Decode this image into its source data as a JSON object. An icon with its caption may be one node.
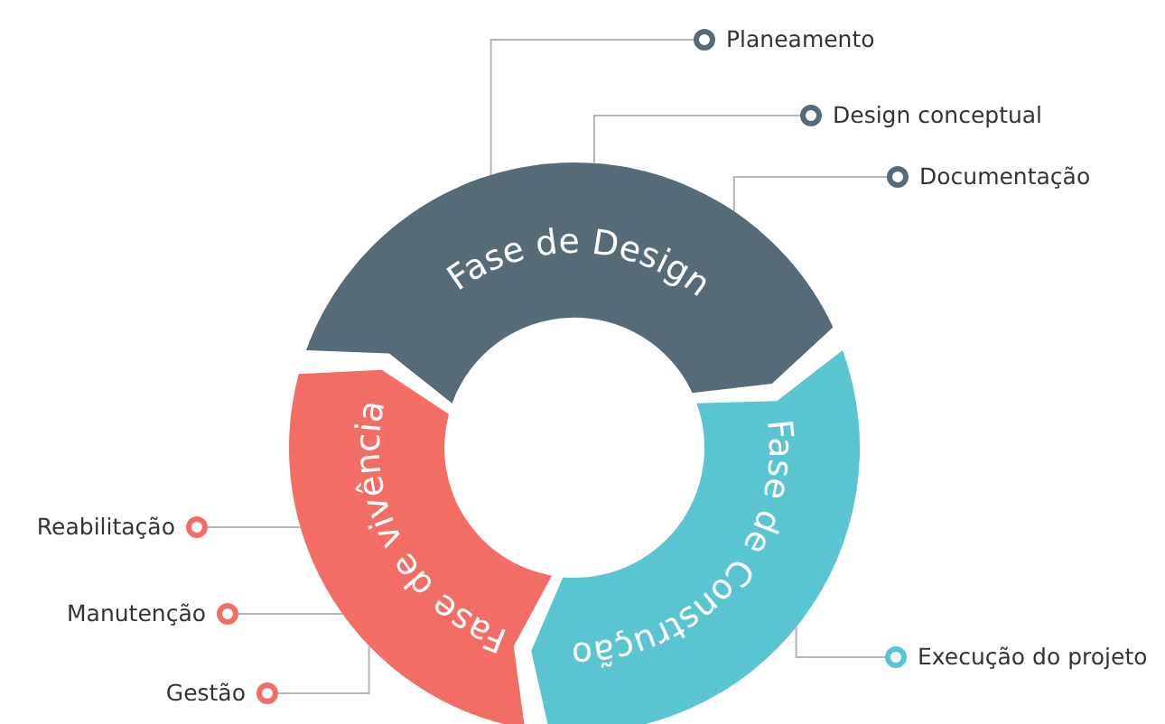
{
  "diagram": {
    "nodes": [
      {
        "text": [
          "Fase de Design"
        ]
      },
      {
        "text": [
          "Fase de Construção"
        ]
      },
      {
        "text": [
          "Fase de vivência"
        ]
      },
      {
        "text": [
          "Planeamento"
        ]
      },
      {
        "text": [
          "Design conceptual"
        ]
      },
      {
        "text": [
          "Documentação"
        ]
      },
      {
        "text": [
          "Execução do projeto"
        ]
      },
      {
        "text": [
          "Reabilitação"
        ]
      },
      {
        "text": [
          "Manutenção"
        ]
      },
      {
        "text": [
          "Gestão"
        ]
      }
    ],
    "edges": [
      {
        "from": 3,
        "to": 0,
        "arrow": "none"
      },
      {
        "from": 4,
        "to": 0,
        "arrow": "none"
      },
      {
        "from": 5,
        "to": 0,
        "arrow": "none"
      },
      {
        "from": 6,
        "to": 1,
        "arrow": "none"
      },
      {
        "from": 7,
        "to": 2,
        "arrow": "none"
      },
      {
        "from": 8,
        "to": 2,
        "arrow": "none"
      },
      {
        "from": 9,
        "to": 2,
        "arrow": "none"
      }
    ]
  }
}
